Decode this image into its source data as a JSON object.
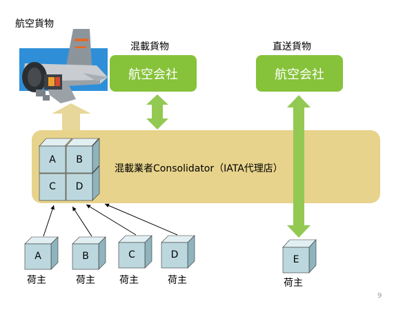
{
  "title_air": "航空貨物",
  "konsai_title": "混載貨物",
  "direct_title": "直送貨物",
  "airline_left": "航空会社",
  "airline_right": "航空会社",
  "consolidator": "混載業者Consolidator（IATA代理店）",
  "stack": [
    "A",
    "B",
    "C",
    "D"
  ],
  "shippers": [
    {
      "box": "A",
      "label": "荷主"
    },
    {
      "box": "B",
      "label": "荷主"
    },
    {
      "box": "C",
      "label": "荷主"
    },
    {
      "box": "D",
      "label": "荷主"
    },
    {
      "box": "E",
      "label": "荷主"
    }
  ],
  "page_number": "9",
  "colors": {
    "airline_green": "#86c23a",
    "arrow_green": "#93c953",
    "band": "#e7d38b",
    "arrow_up": "#e8d79a",
    "cube_front": "#bcd8de",
    "cube_top": "#e2eff2",
    "cube_side": "#8fb4bd"
  }
}
